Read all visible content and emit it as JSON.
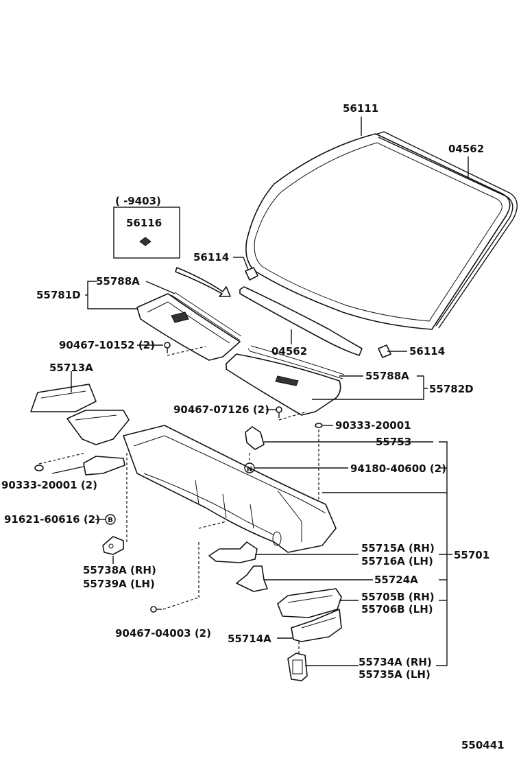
{
  "labels": {
    "l56111": "56111",
    "l04562_top": "04562",
    "range": "(      -9403)",
    "l56116": "56116",
    "l56114_top": "56114",
    "l55788A_top": "55788A",
    "l55781D": "55781D",
    "l90467_10152": "90467-10152 (2)",
    "l04562_bot": "04562",
    "l56114_bot": "56114",
    "l55713A": "55713A",
    "l55788A_bot": "55788A",
    "l55782D": "55782D",
    "l90467_07126": "90467-07126 (2)",
    "l90333_20001_r": "90333-20001",
    "l55753": "55753",
    "l94180": "94180-40600 (2)",
    "l90333_20001_l": "90333-20001 (2)",
    "l91621": "91621-60616 (2)",
    "l55738A": "55738A (RH)",
    "l55739A": "55739A (LH)",
    "l55715A": "55715A (RH)",
    "l55716A": "55716A (LH)",
    "l55701": "55701",
    "l55724A": "55724A",
    "l55705B": "55705B (RH)",
    "l55706B": "55706B (LH)",
    "l90467_04003": "90467-04003 (2)",
    "l55714A": "55714A",
    "l55734A": "55734A (RH)",
    "l55735A": "55735A (LH)",
    "figure_no": "550441"
  },
  "markers": {
    "n": "N",
    "b": "B"
  }
}
